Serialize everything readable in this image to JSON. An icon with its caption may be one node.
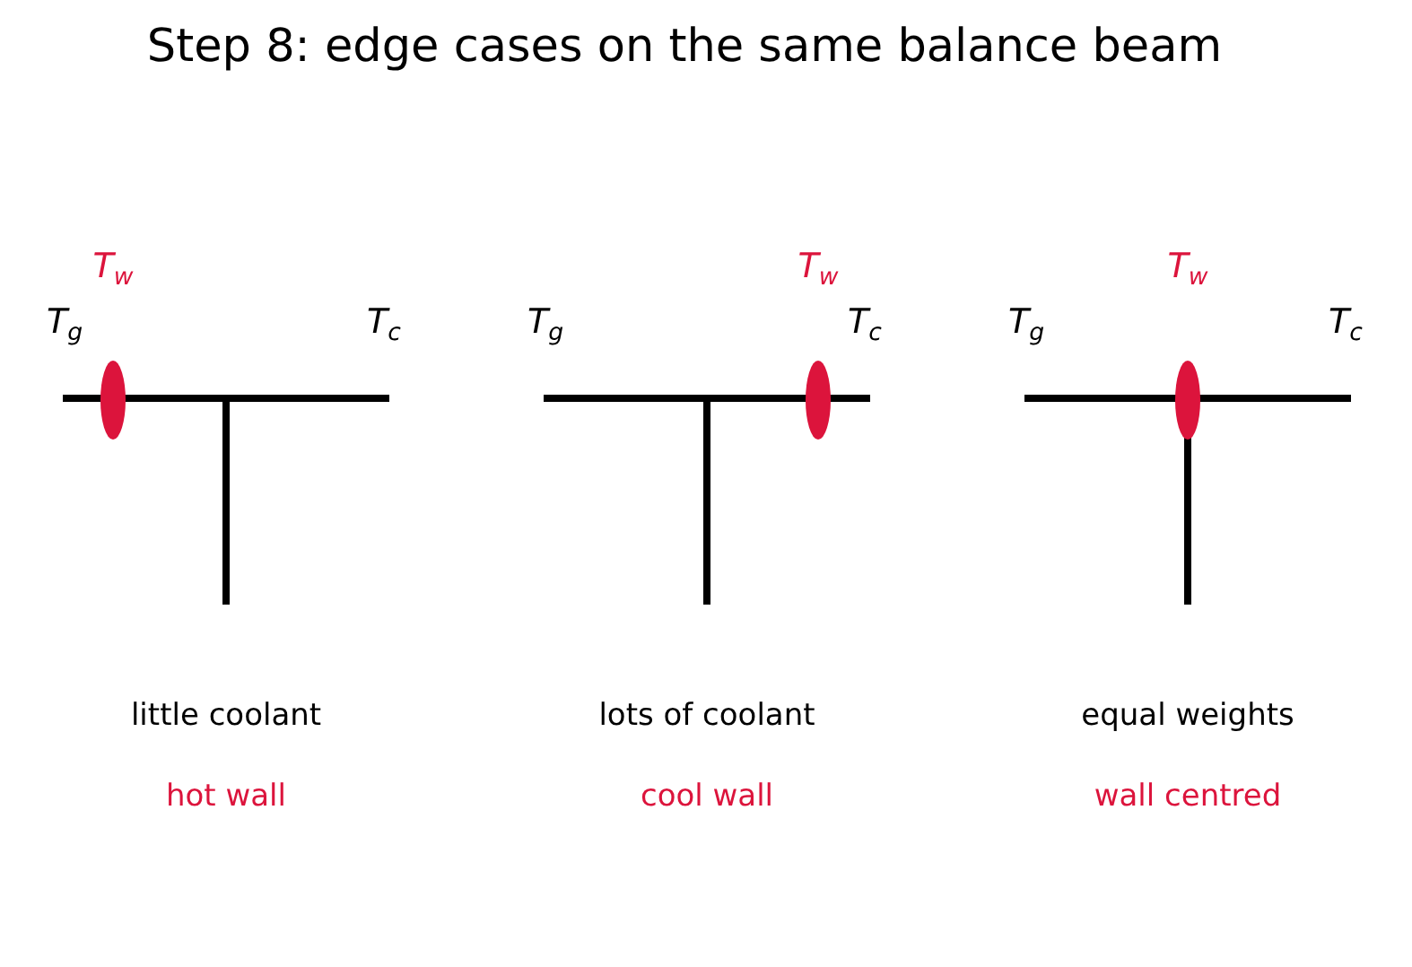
{
  "diagram": {
    "title": "Step 8: edge cases on the same balance beam",
    "labels": [
      "T$_{w}$",
      "T$_{g}$",
      "T$_{c}$",
      "little coolant",
      "hot wall",
      "T$_{w}$",
      "T$_{g}$",
      "T$_{c}$",
      "lots of coolant",
      "cool wall",
      "T$_{w}$",
      "T$_{g}$",
      "T$_{c}$",
      "equal weights",
      "wall centred"
    ]
  }
}
